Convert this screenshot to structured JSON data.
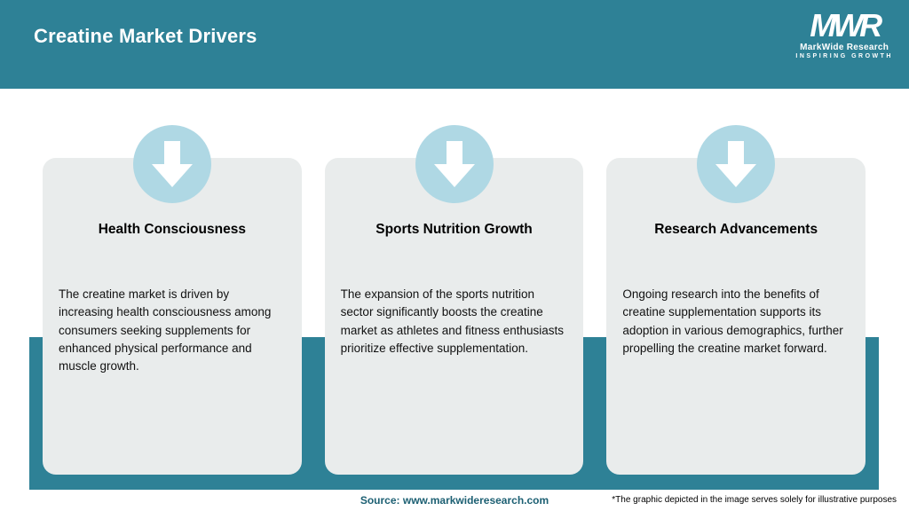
{
  "header": {
    "title": "Creatine Market Drivers"
  },
  "logo": {
    "monogram": "MWR",
    "name": "MarkWide Research",
    "tagline": "INSPIRING GROWTH"
  },
  "cards": [
    {
      "icon": "down-arrow-icon",
      "title": "Health Consciousness",
      "body": "The creatine market is driven by increasing health consciousness among consumers seeking supplements for enhanced physical performance and muscle growth."
    },
    {
      "icon": "down-arrow-icon",
      "title": "Sports Nutrition Growth",
      "body": "The expansion of the sports nutrition sector significantly boosts the creatine market as athletes and fitness enthusiasts prioritize effective supplementation."
    },
    {
      "icon": "down-arrow-icon",
      "title": "Research Advancements",
      "body": "Ongoing research into the benefits of creatine supplementation supports its adoption in various demographics, further propelling the creatine market forward."
    }
  ],
  "footer": {
    "source": "Source: www.markwideresearch.com",
    "disclaimer": "*The graphic depicted in the image serves solely for illustrative purposes"
  },
  "colors": {
    "header_teal": "#2E8196",
    "circle_blue": "#AFD8E4",
    "card_background": "#E9ECEC",
    "source_text": "#1D6073"
  }
}
